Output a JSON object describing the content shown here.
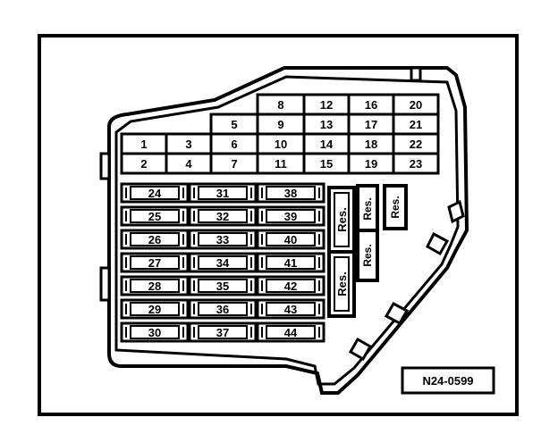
{
  "fuse_grid": {
    "columns": [
      [
        "",
        "",
        "1",
        "2"
      ],
      [
        "",
        "",
        "3",
        "4"
      ],
      [
        "",
        "5",
        "6",
        "7"
      ],
      [
        "8",
        "9",
        "10",
        "11"
      ],
      [
        "12",
        "13",
        "14",
        "15"
      ],
      [
        "16",
        "17",
        "18",
        "19"
      ],
      [
        "20",
        "21",
        "22",
        "23"
      ]
    ]
  },
  "blade_fuses": {
    "columns": [
      [
        "24",
        "25",
        "26",
        "27",
        "28",
        "29",
        "30"
      ],
      [
        "31",
        "32",
        "33",
        "34",
        "35",
        "36",
        "37"
      ],
      [
        "38",
        "39",
        "40",
        "41",
        "42",
        "43",
        "44"
      ]
    ]
  },
  "relays": [
    {
      "label": "Res."
    },
    {
      "label": "Res."
    },
    {
      "label": "Res."
    },
    {
      "label": "Res."
    },
    {
      "label": "Res."
    }
  ],
  "reference_code": "N24-0599",
  "colors": {
    "ink": "#000000",
    "background": "#ffffff"
  }
}
